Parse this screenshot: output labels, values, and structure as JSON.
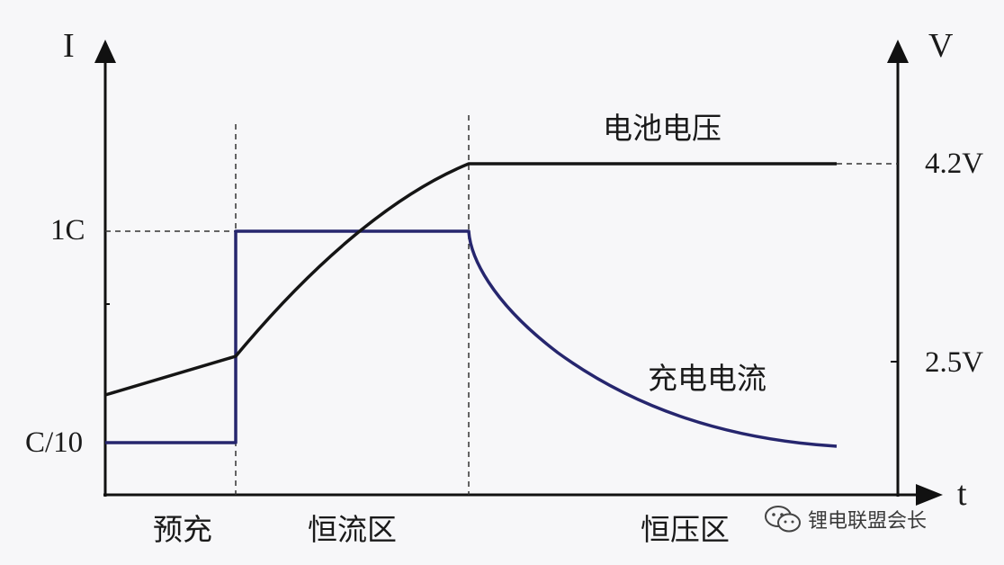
{
  "axes": {
    "left_axis_label": "I",
    "right_axis_label": "V",
    "x_axis_label": "t"
  },
  "left_ticks": {
    "one_c": "1C",
    "c_over_10": "C/10"
  },
  "right_ticks": {
    "v_4_2": "4.2V",
    "v_2_5": "2.5V"
  },
  "curves": {
    "voltage_label": "电池电压",
    "current_label": "充电电流"
  },
  "phases": {
    "precharge": "预充",
    "constant_current": "恒流区",
    "constant_voltage": "恒压区"
  },
  "watermark": {
    "icon": "wechat-chat-bubble-icon",
    "text": "锂电联盟会长"
  },
  "colors": {
    "voltage_curve": "#151515",
    "current_curve": "#26266e",
    "axes": "#111111",
    "guides": "#333333"
  }
}
